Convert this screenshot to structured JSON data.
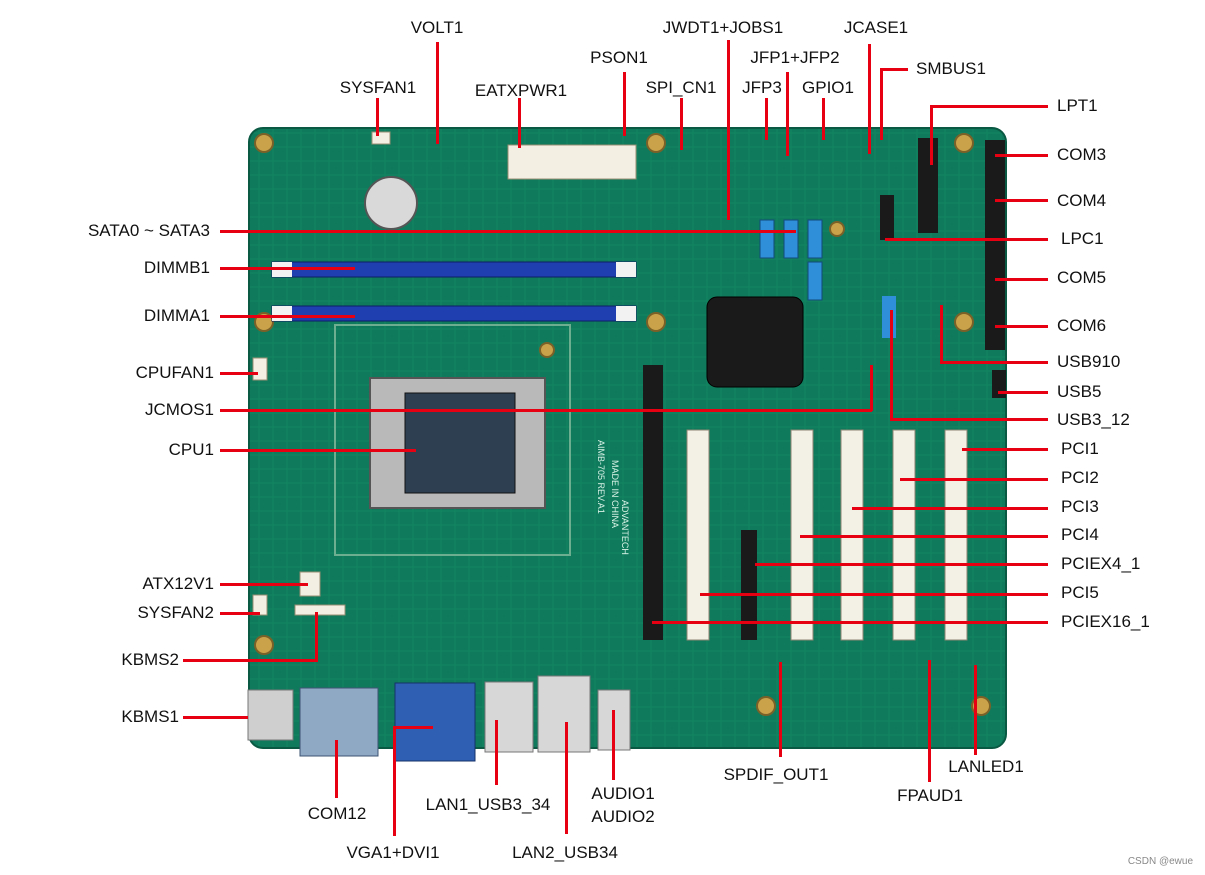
{
  "labels": {
    "volt": "VOLT1",
    "jwdt": "JWDT1+JOBS1",
    "jcase": "JCASE1",
    "smbus": "SMBUS1",
    "pson": "PSON1",
    "jfp12": "JFP1+JFP2",
    "sysfan1": "SYSFAN1",
    "eatxpwr": "EATXPWR1",
    "spi": "SPI_CN1",
    "jfp3": "JFP3",
    "gpio": "GPIO1",
    "lpt": "LPT1",
    "com3": "COM3",
    "com4": "COM4",
    "sata": "SATA0 ~ SATA3",
    "lpc": "LPC1",
    "dimmb": "DIMMB1",
    "com5": "COM5",
    "dimma": "DIMMA1",
    "com6": "COM6",
    "usb910": "USB910",
    "cpufan": "CPUFAN1",
    "usb5": "USB5",
    "jcmos": "JCMOS1",
    "usb312": "USB3_12",
    "cpu": "CPU1",
    "pci1": "PCI1",
    "pci2": "PCI2",
    "pci3": "PCI3",
    "pci4": "PCI4",
    "pciex4": "PCIEX4_1",
    "atx12v": "ATX12V1",
    "pci5": "PCI5",
    "sysfan2": "SYSFAN2",
    "pciex16": "PCIEX16_1",
    "kbms2": "KBMS2",
    "kbms1": "KBMS1",
    "lanled": "LANLED1",
    "spdif": "SPDIF_OUT1",
    "audio1": "AUDIO1",
    "audio2": "AUDIO2",
    "fpaud": "FPAUD1",
    "lan1": "LAN1_USB3_34",
    "com12": "COM12",
    "vga": "VGA1+DVI1",
    "lan2": "LAN2_USB34"
  },
  "board_text": {
    "brand": "ADVANTECH",
    "model": "AIMB-705 REV.A1",
    "made": "MADE IN CHINA"
  },
  "watermark": "CSDN @ewue",
  "colors": {
    "pcb": "#0f7a5c",
    "leader": "#e60012",
    "dimm": "#1f3fb0",
    "sata": "#2f8fd8"
  }
}
